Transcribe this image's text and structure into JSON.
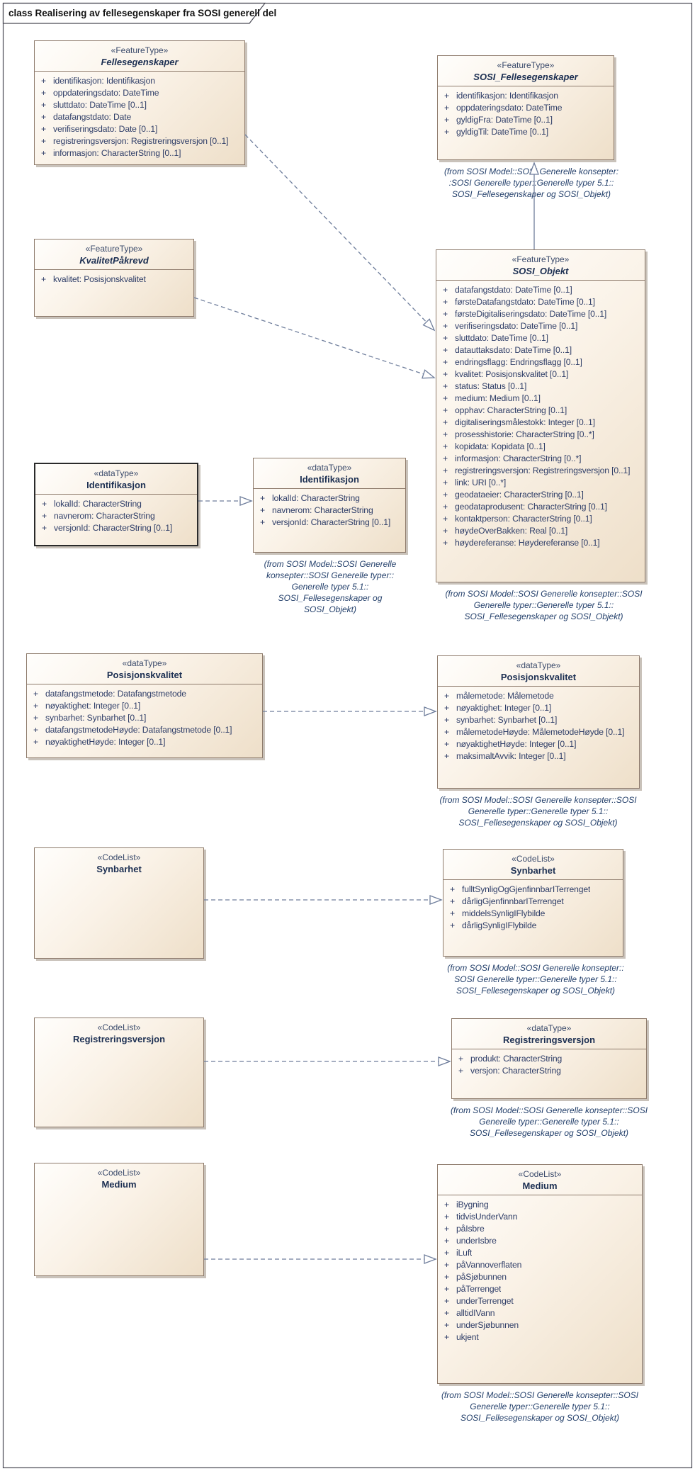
{
  "frame": {
    "title": "class Realisering av fellesegenskaper fra SOSI generell del"
  },
  "colors": {
    "box_fill_top": "#fffefc",
    "box_fill_bottom": "#eedfc9",
    "box_border": "#8e7b6c",
    "local_box_border": "#2a2a2a",
    "header_text": "#1c2f52",
    "attribute_text": "#2f3e68",
    "caption_text": "#24406b",
    "connector": "#6f7e9c",
    "shadow": "#c9c2ba"
  },
  "classes": [
    {
      "stereotype": "«FeatureType»",
      "name": "Fellesegenskaper",
      "attributes": [
        {
          "v": "+",
          "t": "identifikasjon: Identifikasjon"
        },
        {
          "v": "+",
          "t": "oppdateringsdato: DateTime"
        },
        {
          "v": "+",
          "t": "sluttdato: DateTime [0..1]"
        },
        {
          "v": "+",
          "t": "datafangstdato: Date"
        },
        {
          "v": "+",
          "t": "verifiseringsdato: Date [0..1]"
        },
        {
          "v": "+",
          "t": "registreringsversjon: Registreringsversjon [0..1]"
        },
        {
          "v": "+",
          "t": "informasjon: CharacterString [0..1]"
        }
      ]
    },
    {
      "stereotype": "«FeatureType»",
      "name": "SOSI_Fellesegenskaper",
      "attributes": [
        {
          "v": "+",
          "t": "identifikasjon: Identifikasjon"
        },
        {
          "v": "+",
          "t": "oppdateringsdato: DateTime"
        },
        {
          "v": "+",
          "t": "gyldigFra: DateTime [0..1]"
        },
        {
          "v": "+",
          "t": "gyldigTil: DateTime [0..1]"
        }
      ],
      "caption": [
        "(from SOSI Model::SOSI Generelle konsepter:",
        ":SOSI Generelle typer::Generelle typer 5.1::",
        "SOSI_Fellesegenskaper og SOSI_Objekt)"
      ]
    },
    {
      "stereotype": "«FeatureType»",
      "name": "KvalitetPåkrevd",
      "attributes": [
        {
          "v": "+",
          "t": "kvalitet: Posisjonskvalitet"
        }
      ]
    },
    {
      "stereotype": "«FeatureType»",
      "name": "SOSI_Objekt",
      "attributes": [
        {
          "v": "+",
          "t": "datafangstdato: DateTime [0..1]"
        },
        {
          "v": "+",
          "t": "førsteDatafangstdato: DateTime [0..1]"
        },
        {
          "v": "+",
          "t": "førsteDigitaliseringsdato: DateTime [0..1]"
        },
        {
          "v": "+",
          "t": "verifiseringsdato: DateTime [0..1]"
        },
        {
          "v": "+",
          "t": "sluttdato: DateTime [0..1]"
        },
        {
          "v": "+",
          "t": "datauttaksdato: DateTime [0..1]"
        },
        {
          "v": "+",
          "t": "endringsflagg: Endringsflagg [0..1]"
        },
        {
          "v": "+",
          "t": "kvalitet: Posisjonskvalitet [0..1]"
        },
        {
          "v": "+",
          "t": "status: Status [0..1]"
        },
        {
          "v": "+",
          "t": "medium: Medium [0..1]"
        },
        {
          "v": "+",
          "t": "opphav: CharacterString [0..1]"
        },
        {
          "v": "+",
          "t": "digitaliseringsmålestokk: Integer [0..1]"
        },
        {
          "v": "+",
          "t": "prosesshistorie: CharacterString [0..*]"
        },
        {
          "v": "+",
          "t": "kopidata: Kopidata [0..1]"
        },
        {
          "v": "+",
          "t": "informasjon: CharacterString [0..*]"
        },
        {
          "v": "+",
          "t": "registreringsversjon: Registreringsversjon [0..1]"
        },
        {
          "v": "+",
          "t": "link: URI [0..*]"
        },
        {
          "v": "+",
          "t": "geodataeier: CharacterString [0..1]"
        },
        {
          "v": "+",
          "t": "geodataprodusent: CharacterString [0..1]"
        },
        {
          "v": "+",
          "t": "kontaktperson: CharacterString [0..1]"
        },
        {
          "v": "+",
          "t": "høydeOverBakken: Real [0..1]"
        },
        {
          "v": "+",
          "t": "høydereferanse: Høydereferanse [0..1]"
        }
      ],
      "caption": [
        "(from SOSI Model::SOSI Generelle konsepter::SOSI",
        "Generelle typer::Generelle typer 5.1::",
        "SOSI_Fellesegenskaper og SOSI_Objekt)"
      ]
    },
    {
      "stereotype": "«dataType»",
      "name": "Identifikasjon",
      "attributes": [
        {
          "v": "+",
          "t": "lokalId: CharacterString"
        },
        {
          "v": "+",
          "t": "navnerom: CharacterString"
        },
        {
          "v": "+",
          "t": "versjonId: CharacterString [0..1]"
        }
      ]
    },
    {
      "stereotype": "«dataType»",
      "name": "Identifikasjon",
      "attributes": [
        {
          "v": "+",
          "t": "lokalId: CharacterString"
        },
        {
          "v": "+",
          "t": "navnerom: CharacterString"
        },
        {
          "v": "+",
          "t": "versjonId: CharacterString [0..1]"
        }
      ],
      "caption": [
        "(from SOSI Model::SOSI Generelle",
        "konsepter::SOSI Generelle typer::",
        "Generelle typer 5.1::",
        "SOSI_Fellesegenskaper og",
        "SOSI_Objekt)"
      ]
    },
    {
      "stereotype": "«dataType»",
      "name": "Posisjonskvalitet",
      "attributes": [
        {
          "v": "+",
          "t": "datafangstmetode: Datafangstmetode"
        },
        {
          "v": "+",
          "t": "nøyaktighet: Integer [0..1]"
        },
        {
          "v": "+",
          "t": "synbarhet: Synbarhet [0..1]"
        },
        {
          "v": "+",
          "t": "datafangstmetodeHøyde: Datafangstmetode [0..1]"
        },
        {
          "v": "+",
          "t": "nøyaktighetHøyde: Integer [0..1]"
        }
      ]
    },
    {
      "stereotype": "«dataType»",
      "name": "Posisjonskvalitet",
      "attributes": [
        {
          "v": "+",
          "t": "målemetode: Målemetode"
        },
        {
          "v": "+",
          "t": "nøyaktighet: Integer [0..1]"
        },
        {
          "v": "+",
          "t": "synbarhet: Synbarhet [0..1]"
        },
        {
          "v": "+",
          "t": "målemetodeHøyde: MålemetodeHøyde [0..1]"
        },
        {
          "v": "+",
          "t": "nøyaktighetHøyde: Integer [0..1]"
        },
        {
          "v": "+",
          "t": "maksimaltAvvik: Integer [0..1]"
        }
      ],
      "caption": [
        "(from SOSI Model::SOSI Generelle konsepter::SOSI",
        "Generelle typer::Generelle typer 5.1::",
        "SOSI_Fellesegenskaper og SOSI_Objekt)"
      ]
    },
    {
      "stereotype": "«CodeList»",
      "name": "Synbarhet",
      "attributes": []
    },
    {
      "stereotype": "«CodeList»",
      "name": "Synbarhet",
      "attributes": [
        {
          "v": "+",
          "t": "fulltSynligOgGjenfinnbarITerrenget"
        },
        {
          "v": "+",
          "t": "dårligGjenfinnbarITerrenget"
        },
        {
          "v": "+",
          "t": "middelsSynligIFlybilde"
        },
        {
          "v": "+",
          "t": "dårligSynligIFlybilde"
        }
      ],
      "caption": [
        "(from SOSI Model::SOSI Generelle konsepter::",
        "SOSI Generelle typer::Generelle typer 5.1::",
        "SOSI_Fellesegenskaper og SOSI_Objekt)"
      ]
    },
    {
      "stereotype": "«CodeList»",
      "name": "Registreringsversjon",
      "attributes": []
    },
    {
      "stereotype": "«dataType»",
      "name": "Registreringsversjon",
      "attributes": [
        {
          "v": "+",
          "t": "produkt: CharacterString"
        },
        {
          "v": "+",
          "t": "versjon: CharacterString"
        }
      ],
      "caption": [
        "(from SOSI Model::SOSI Generelle konsepter::SOSI",
        "Generelle typer::Generelle typer 5.1::",
        "SOSI_Fellesegenskaper og SOSI_Objekt)"
      ]
    },
    {
      "stereotype": "«CodeList»",
      "name": "Medium",
      "attributes": []
    },
    {
      "stereotype": "«CodeList»",
      "name": "Medium",
      "attributes": [
        {
          "v": "+",
          "t": "iBygning"
        },
        {
          "v": "+",
          "t": "tidvisUnderVann"
        },
        {
          "v": "+",
          "t": "påIsbre"
        },
        {
          "v": "+",
          "t": "underIsbre"
        },
        {
          "v": "+",
          "t": "iLuft"
        },
        {
          "v": "+",
          "t": "påVannoverflaten"
        },
        {
          "v": "+",
          "t": "påSjøbunnen"
        },
        {
          "v": "+",
          "t": "påTerrenget"
        },
        {
          "v": "+",
          "t": "underTerrenget"
        },
        {
          "v": "+",
          "t": "alltidIVann"
        },
        {
          "v": "+",
          "t": "underSjøbunnen"
        },
        {
          "v": "+",
          "t": "ukjent"
        }
      ],
      "caption": [
        "(from SOSI Model::SOSI Generelle konsepter::SOSI",
        "Generelle typer::Generelle typer 5.1::",
        "SOSI_Fellesegenskaper og SOSI_Objekt)"
      ]
    }
  ]
}
